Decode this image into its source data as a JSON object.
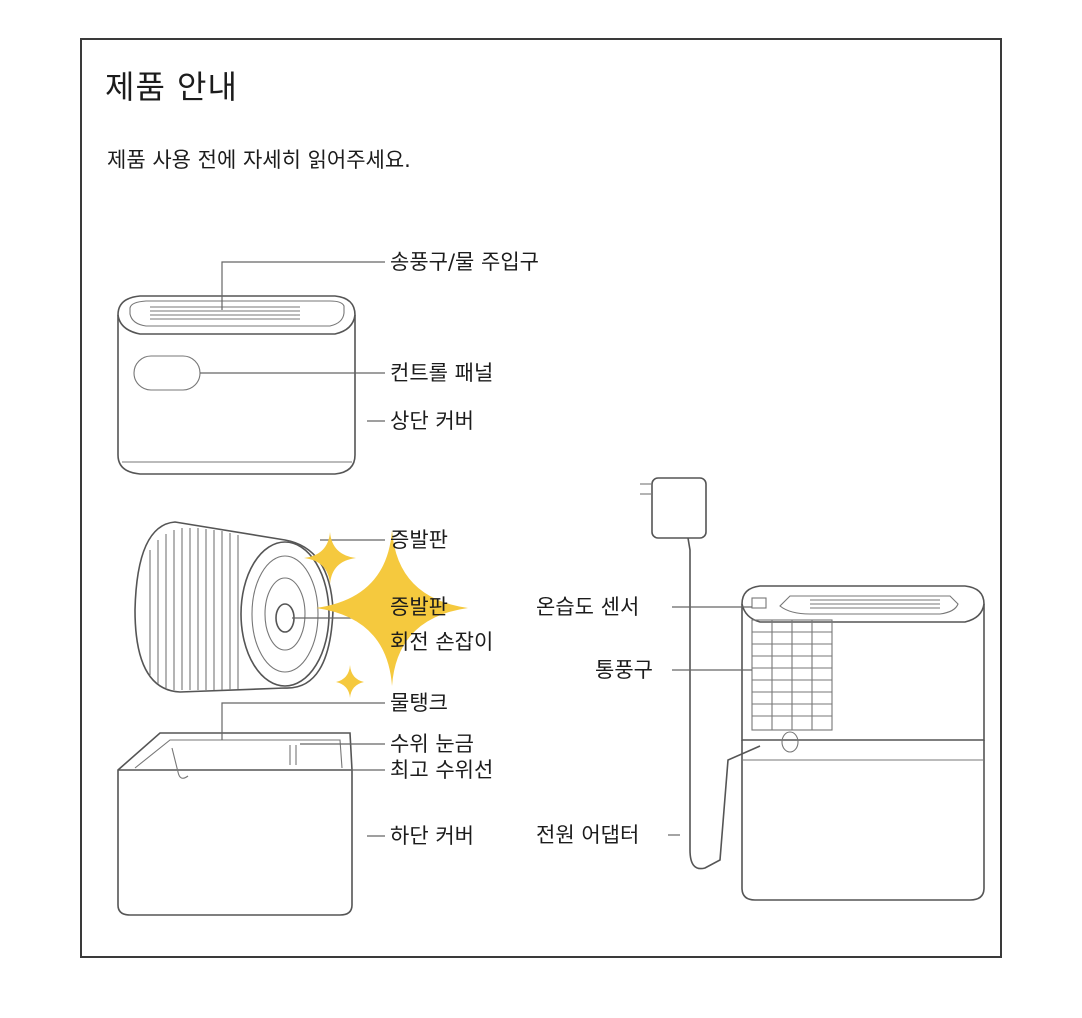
{
  "title": "제품 안내",
  "subtitle": "제품 사용 전에 자세히 읽어주세요.",
  "labels": {
    "outlet": "송풍구/물 주입구",
    "control_panel": "컨트롤 패널",
    "top_cover": "상단 커버",
    "evaporator": "증발판",
    "evaporator_knob_line1": "증발판",
    "evaporator_knob_line2": "회전 손잡이",
    "water_tank": "물탱크",
    "water_gauge": "수위 눈금",
    "max_water_line": "최고 수위선",
    "bottom_cover": "하단 커버",
    "humidity_sensor": "온습도 센서",
    "vent": "통풍구",
    "power_adapter": "전원 어댑터"
  },
  "colors": {
    "sparkle": "#F5C93E",
    "line": "#555555",
    "frame": "#3a3a3a"
  }
}
